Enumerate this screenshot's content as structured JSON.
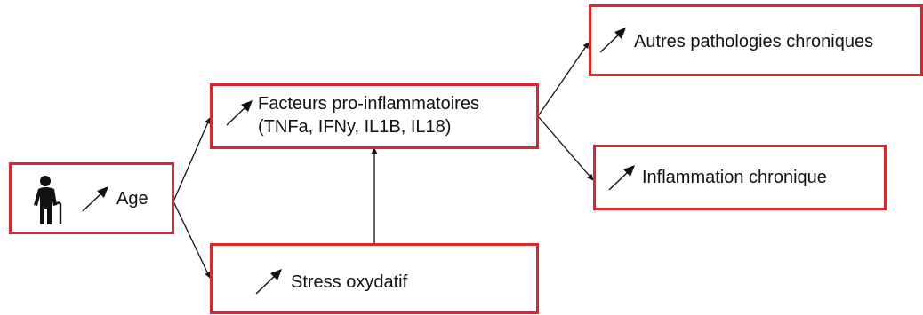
{
  "nodes": {
    "age": {
      "label": "Age",
      "icon": "elderly-person-icon",
      "indicator": "increase-arrow-icon"
    },
    "pro_inflammatory": {
      "line1": "Facteurs pro-inflammatoires",
      "line2": "(TNFa, IFNy, IL1B, IL18)",
      "indicator": "increase-arrow-icon"
    },
    "oxidative_stress": {
      "label": "Stress oxydatif",
      "indicator": "increase-arrow-icon"
    },
    "other_pathologies": {
      "label": "Autres pathologies chroniques",
      "indicator": "increase-arrow-icon"
    },
    "chronic_inflammation": {
      "label": "Inflammation chronique",
      "indicator": "increase-arrow-icon"
    }
  },
  "edges": [
    {
      "from": "age",
      "to": "pro_inflammatory"
    },
    {
      "from": "age",
      "to": "oxidative_stress"
    },
    {
      "from": "oxidative_stress",
      "to": "pro_inflammatory"
    },
    {
      "from": "pro_inflammatory",
      "to": "other_pathologies"
    },
    {
      "from": "pro_inflammatory",
      "to": "chronic_inflammation"
    }
  ],
  "colors": {
    "box_border": "#e0242c",
    "text": "#111111",
    "connector": "#111111"
  }
}
